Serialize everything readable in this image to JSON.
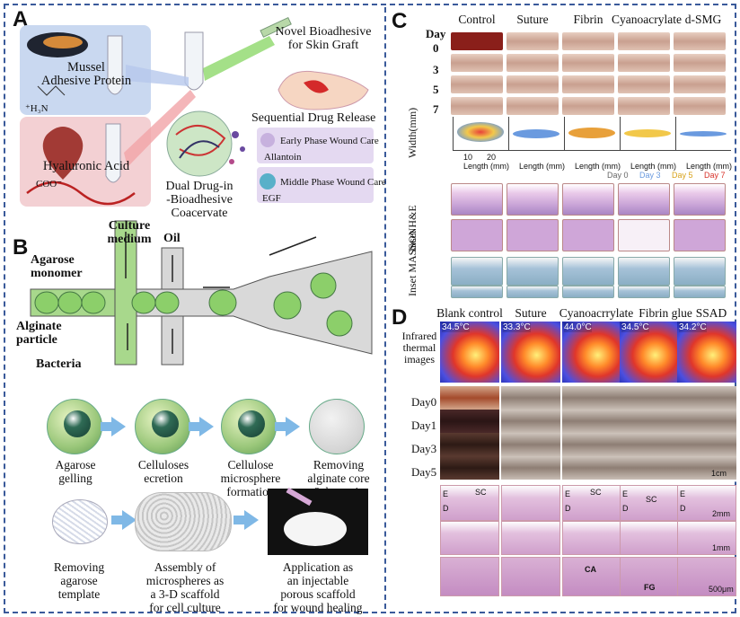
{
  "panels": {
    "a": {
      "letter": "A",
      "mussel": "Mussel\nAdhesive Protein",
      "chem1": "⁺H₃N",
      "hyaluronic": "Hyaluronic Acid",
      "coo": "COO⁻",
      "coacervate": "Dual Drug-in\n-Bioadhesive\nCoacervate",
      "skin_graft": "Novel Bioadhesive\nfor Skin Graft",
      "sequential": "Sequential Drug Release",
      "early": "Early Phase Wound Care",
      "allantoin": "Allantoin",
      "middle": "Middle Phase Wound Care",
      "egf": "EGF"
    },
    "b": {
      "letter": "B",
      "culture": "Culture\nmedium",
      "oil": "Oil",
      "agarose": "Agarose\nmonomer",
      "alginate": "Alginate\nparticle",
      "bacteria": "Bacteria",
      "steps_row1": [
        "Agarose\ngelling",
        "Celluloses\necretion",
        "Cellulose\nmicrosphere\nformation",
        "Removing\nalginate core\n& bacteria"
      ],
      "steps_row2": [
        "Removing\nagarose\ntemplate",
        "Assembly of\nmicrospheres as\na 3-D scaffold\nfor cell culture",
        "Application as\nan injectable\nporous scaffold\nfor wound healing"
      ]
    },
    "c": {
      "letter": "C",
      "headers": [
        "Control",
        "Suture",
        "Fibrin",
        "Cyanoacrylate",
        "d-SMG"
      ],
      "day_label": "Day",
      "days": [
        "0",
        "3",
        "5",
        "7"
      ],
      "width_label": "Width(mm)",
      "length_label": "Length (mm)",
      "ticks": [
        "10",
        "20"
      ],
      "legend": [
        "Day 0",
        "Day 3",
        "Day 5",
        "Day 7"
      ],
      "he": "Inset H&E",
      "masson": "Inset MASSON"
    },
    "d": {
      "letter": "D",
      "headers": [
        "Blank control",
        "Suture",
        "Cyanoacrrylate",
        "Fibrin glue",
        "SSAD"
      ],
      "infrared": "Infrared\nthermal\nimages",
      "temps": [
        "34.5°C",
        "33.3°C",
        "44.0°C",
        "34.5°C",
        "34.2°C"
      ],
      "days": [
        "Day0",
        "Day1",
        "Day3",
        "Day5"
      ],
      "scale_1cm": "1cm",
      "scale_2mm": "2mm",
      "scale_1mm": "1mm",
      "scale_500": "500μm",
      "sc": "SC",
      "e": "E",
      "d": "D",
      "ca": "CA",
      "fg": "FG"
    }
  },
  "colors": {
    "frame": "#3a5a9a",
    "a_blue_box": "#c9d8f0",
    "a_pink_box": "#f3d0d3",
    "b_arrow": "#7fb8e6",
    "b_gel": "#9ac77a"
  }
}
